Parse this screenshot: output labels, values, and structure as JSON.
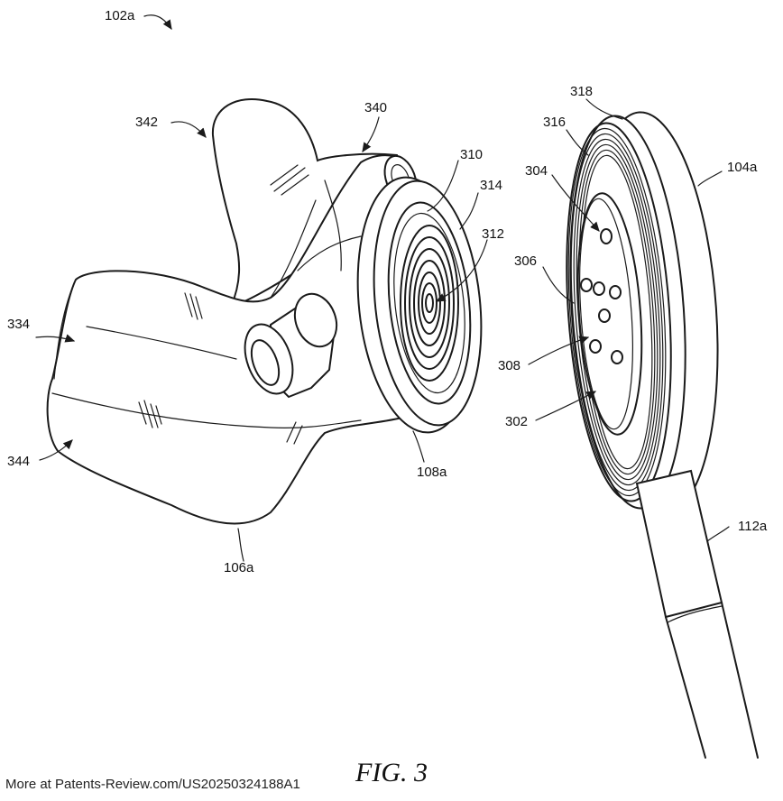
{
  "figure": {
    "caption": "FIG. 3",
    "footer": "More at Patents-Review.com/US20250324188A1",
    "labels": {
      "l102a": "102a",
      "l342": "342",
      "l340": "340",
      "l310": "310",
      "l314": "314",
      "l312": "312",
      "l334": "334",
      "l344": "344",
      "l106a": "106a",
      "l108a": "108a",
      "l318": "318",
      "l316": "316",
      "l304": "304",
      "l306": "306",
      "l308": "308",
      "l302": "302",
      "l104a": "104a",
      "l112a": "112a"
    }
  }
}
